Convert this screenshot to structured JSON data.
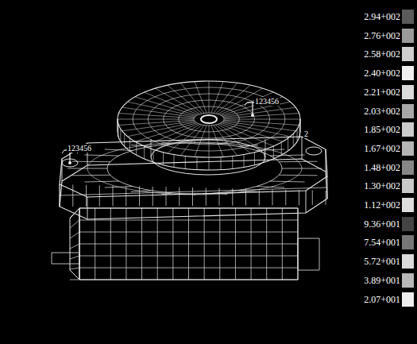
{
  "diagram": {
    "labels": [
      "123456",
      "123456",
      "2"
    ],
    "legend": [
      {
        "text": "2.94+002",
        "color": "#5a5a5a"
      },
      {
        "text": "2.76+002",
        "color": "#9a9a9a"
      },
      {
        "text": "2.58+002",
        "color": "#cfcfcf"
      },
      {
        "text": "2.40+002",
        "color": "#efefef"
      },
      {
        "text": "2.21+002",
        "color": "#dadada"
      },
      {
        "text": "2.03+002",
        "color": "#a8a8a8"
      },
      {
        "text": "1.85+002",
        "color": "#cccccc"
      },
      {
        "text": "1.67+002",
        "color": "#b5b5b5"
      },
      {
        "text": "1.48+002",
        "color": "#878787"
      },
      {
        "text": "1.30+002",
        "color": "#c8c8c8"
      },
      {
        "text": "1.12+002",
        "color": "#dddddd"
      },
      {
        "text": "9.36+001",
        "color": "#444444"
      },
      {
        "text": "7.54+001",
        "color": "#777777"
      },
      {
        "text": "5.72+001",
        "color": "#dcdcdc"
      },
      {
        "text": "3.89+001",
        "color": "#b8b8b8"
      },
      {
        "text": "2.07+001",
        "color": "#efefef"
      }
    ]
  }
}
